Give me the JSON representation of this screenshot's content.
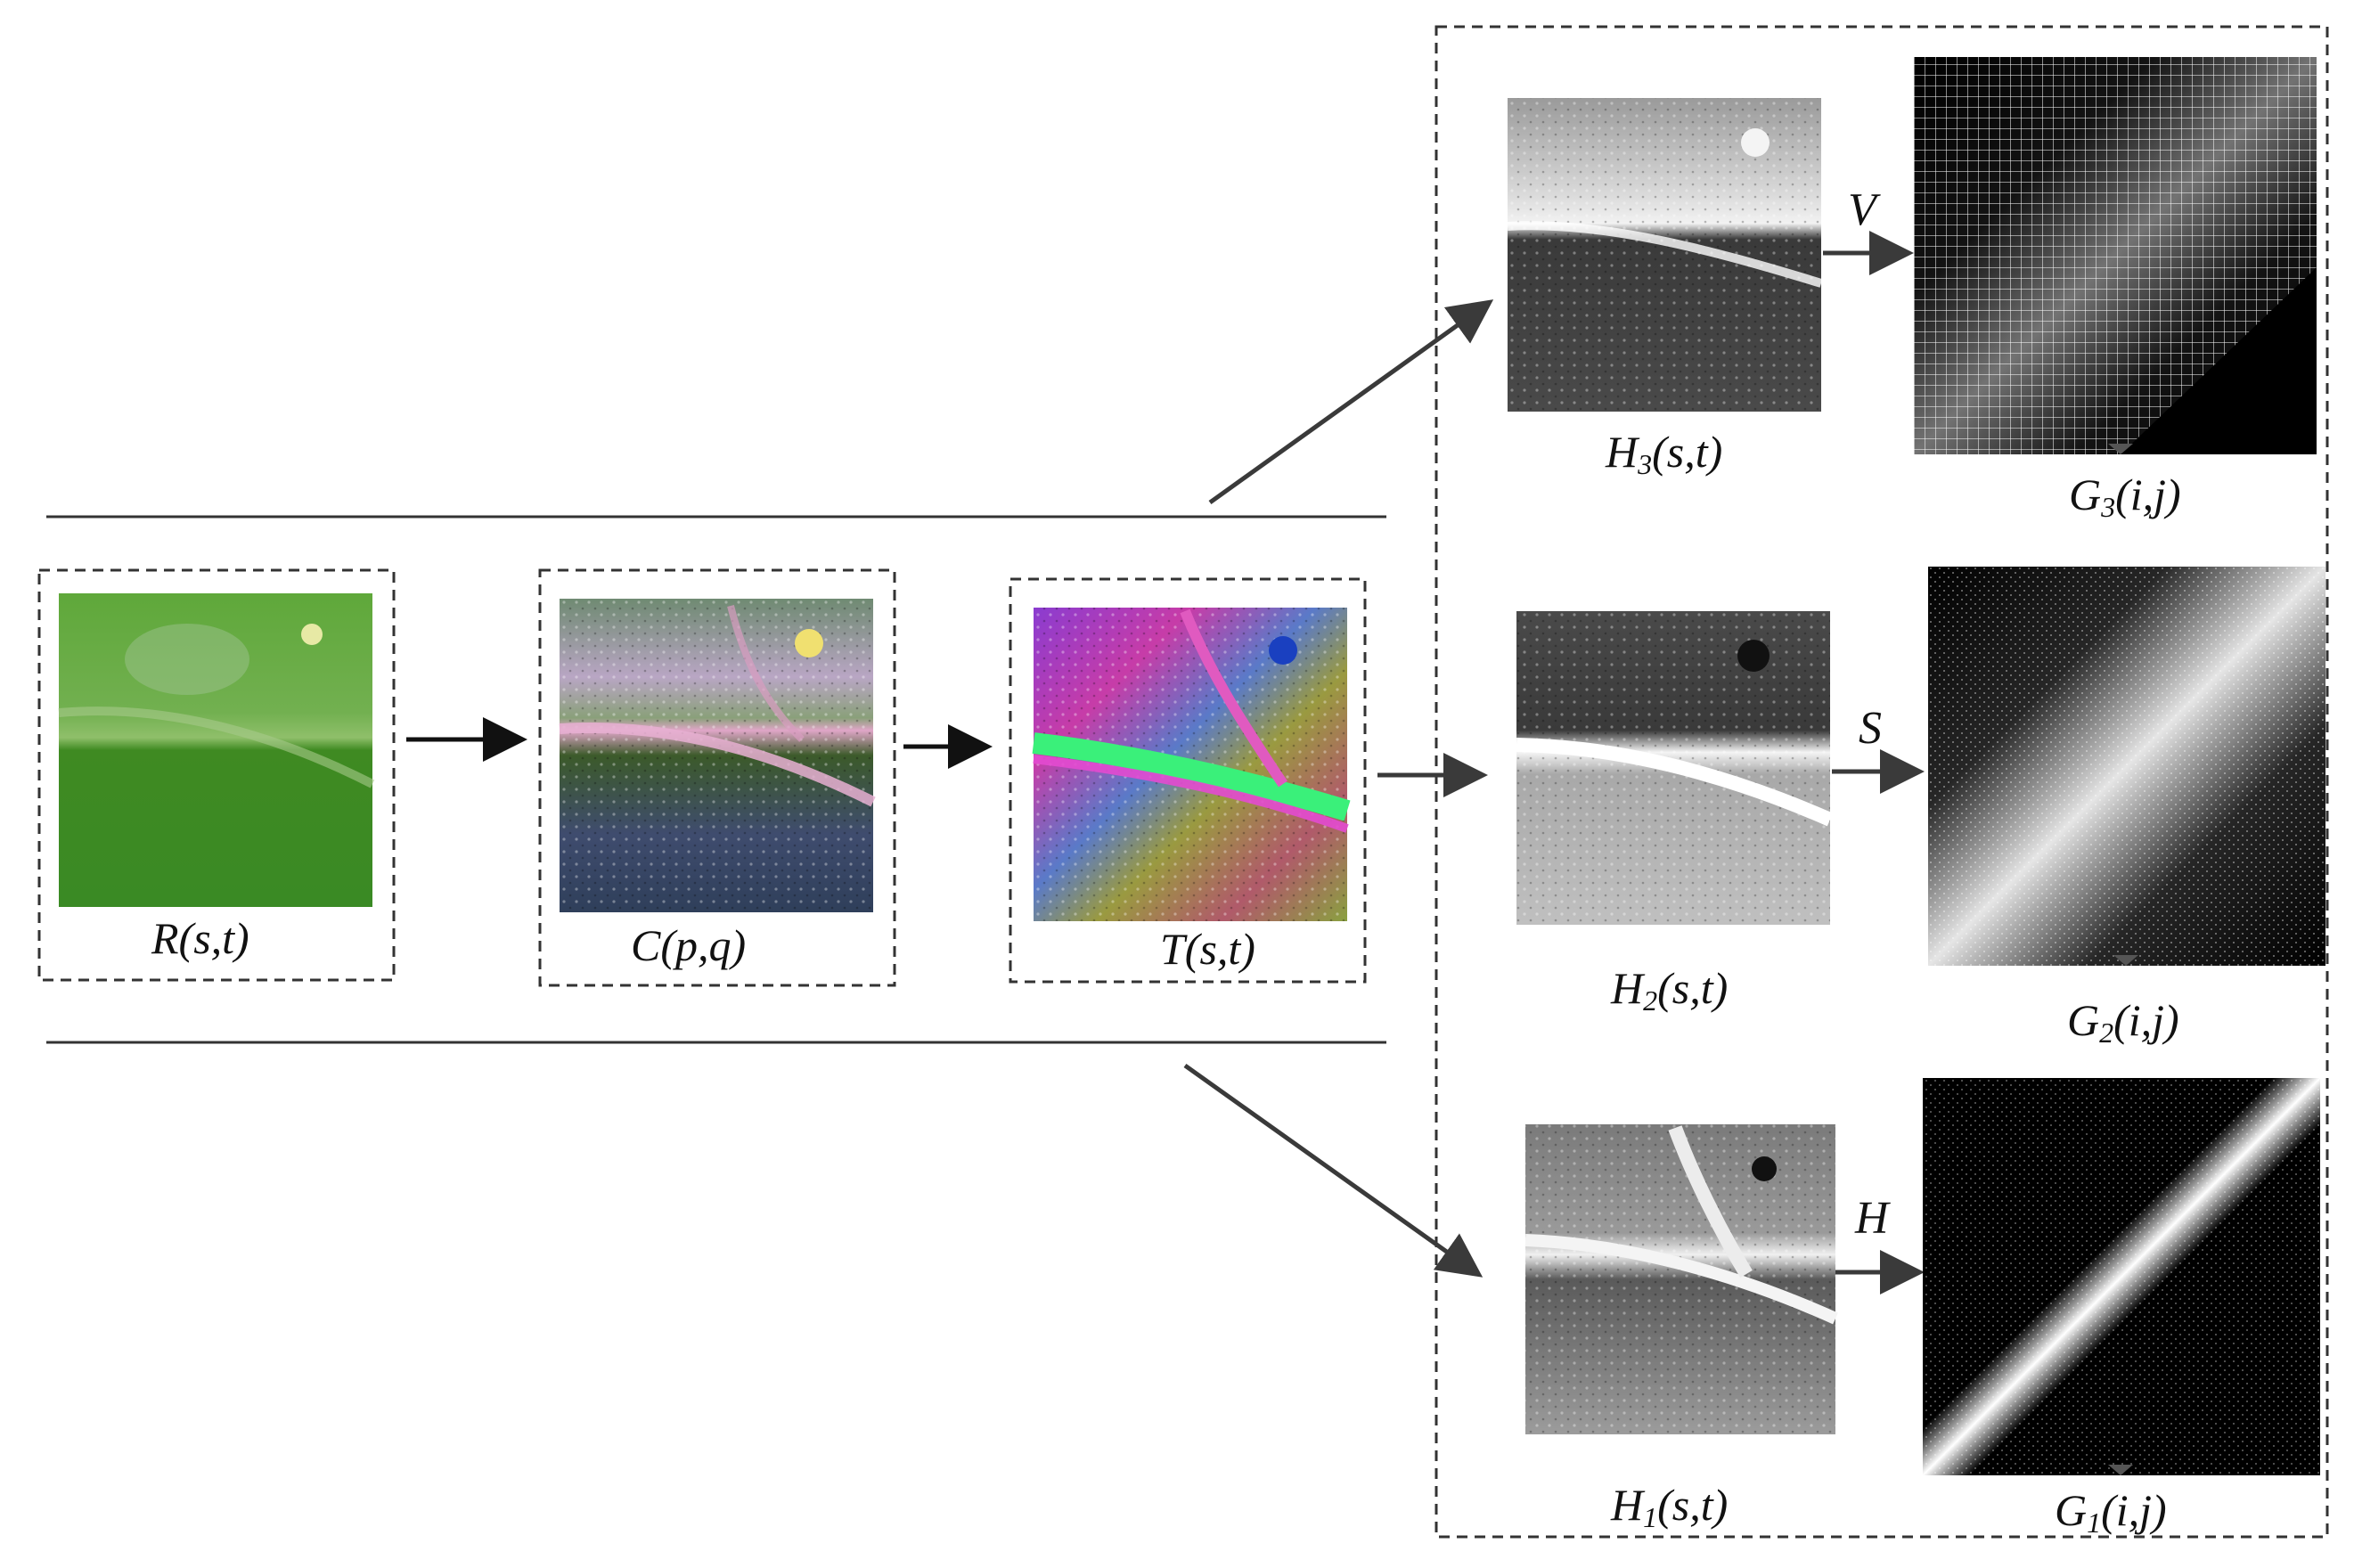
{
  "pipeline_labels": {
    "r": "R(s,t)",
    "c": "C(p,q)",
    "t": "T(s,t)"
  },
  "channels": [
    {
      "id": "v",
      "arrow_label": "V",
      "h_base": "H",
      "h_sub": "3",
      "h_args": "(s,t)",
      "g_base": "G",
      "g_sub": "3",
      "g_args": "(i,j)"
    },
    {
      "id": "s",
      "arrow_label": "S",
      "h_base": "H",
      "h_sub": "2",
      "h_args": "(s,t)",
      "g_base": "G",
      "g_sub": "2",
      "g_args": "(i,j)"
    },
    {
      "id": "h",
      "arrow_label": "H",
      "h_base": "H",
      "h_sub": "1",
      "h_args": "(s,t)",
      "g_base": "G",
      "g_sub": "1",
      "g_args": "(i,j)"
    }
  ],
  "colors": {
    "leaf_green": "#4f9a2c",
    "leaf_dark": "#2f7a1f",
    "outline": "#333333",
    "arrow": "#3a3a3a"
  },
  "icons": {
    "rgb": "leaf-rgb-image",
    "contrast": "leaf-enhanced-image",
    "transformed": "leaf-hsv-image",
    "channel": "grayscale-channel-image",
    "glcm": "co-occurrence-matrix-image"
  }
}
